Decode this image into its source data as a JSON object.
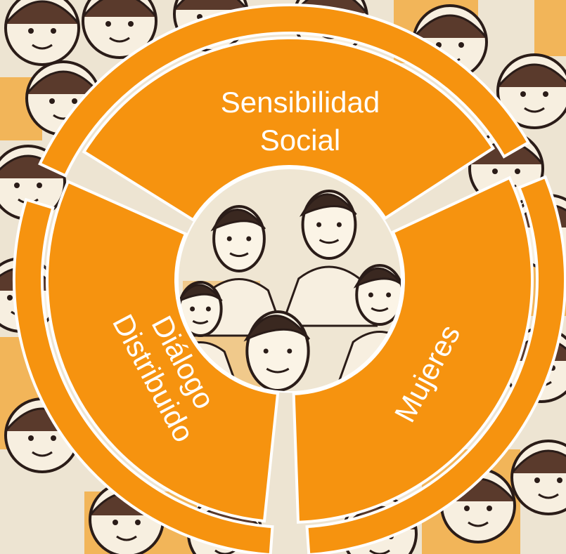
{
  "diagram": {
    "segments": [
      {
        "id": "top",
        "lines": [
          "Sensibilidad",
          "Social"
        ]
      },
      {
        "id": "left",
        "lines": [
          "Diálogo",
          "Distribuido"
        ]
      },
      {
        "id": "right",
        "lines": [
          "Mujeres"
        ]
      }
    ]
  },
  "colors": {
    "segment_fill": "#f6930f",
    "ring_fill": "#f6930f",
    "outline": "#ffffff",
    "ink": "#2a1c18",
    "background_paper": "#ede4d2",
    "background_accent": "#f2a93b",
    "center_fill": "#efe6d3"
  },
  "background": {
    "description_icon": "crowd-illustration"
  }
}
